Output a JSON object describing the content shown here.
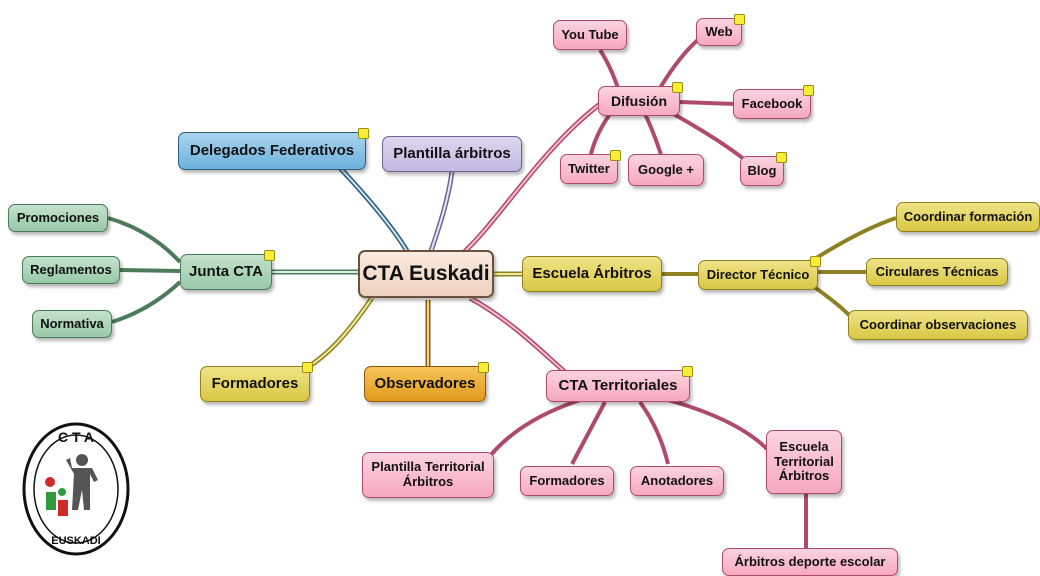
{
  "center": {
    "label": "CTA Euskadi"
  },
  "top_nodes": {
    "delegados": "Delegados Federativos",
    "plantilla": "Plantilla árbitros"
  },
  "difusion": {
    "label": "Difusión",
    "children": [
      "You Tube",
      "Web",
      "Facebook",
      "Twitter",
      "Google +",
      "Blog"
    ]
  },
  "junta": {
    "label": "Junta CTA",
    "children": [
      "Promociones",
      "Reglamentos",
      "Normativa"
    ]
  },
  "escuela": {
    "label": "Escuela Árbitros",
    "director": "Director Técnico",
    "children": [
      "Coordinar formación",
      "Circulares Técnicas",
      "Coordinar observaciones"
    ]
  },
  "bottom_nodes": {
    "formadores": "Formadores",
    "observadores": "Observadores"
  },
  "territoriales": {
    "label": "CTA Territoriales",
    "children": [
      "Plantilla Territorial Árbitros",
      "Formadores",
      "Anotadores",
      "Escuela Territorial Árbitros"
    ],
    "escolar": "Árbitros deporte escolar"
  },
  "logo": {
    "top_text": "C T A",
    "bottom_text": "EUSKADI"
  },
  "colors": {
    "pink": "#f6a9bf",
    "yellow": "#d9c744",
    "green": "#98c9a7",
    "blue": "#6db1dd",
    "purple": "#c3b9e0",
    "orange": "#e29a1c",
    "center": "#edd1bf"
  }
}
